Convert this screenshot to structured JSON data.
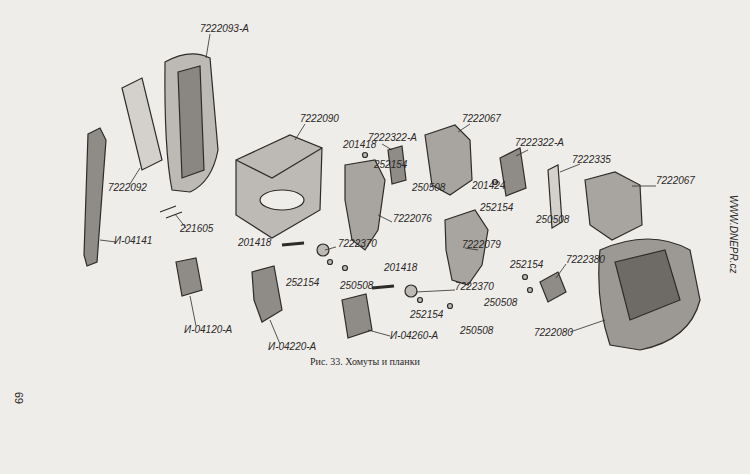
{
  "diagram": {
    "caption": "Рис. 33. Хомуты и планки",
    "labels": [
      "7222093-А",
      "7222090",
      "7222322-А",
      "7222067",
      "201418",
      "7222322-А",
      "7222335",
      "7222067",
      "201424",
      "252154",
      "250508",
      "252154",
      "250508",
      "7222076",
      "7222092",
      "221605",
      "И-04141",
      "201418",
      "7222370",
      "7222079",
      "252154",
      "250508",
      "201418",
      "252154",
      "7222380",
      "7222370",
      "252154",
      "250508",
      "250508",
      "И-04120-А",
      "И-04220-А",
      "И-04260-А",
      "7222080",
      "WWW.DNEPR.cz",
      "69"
    ]
  }
}
